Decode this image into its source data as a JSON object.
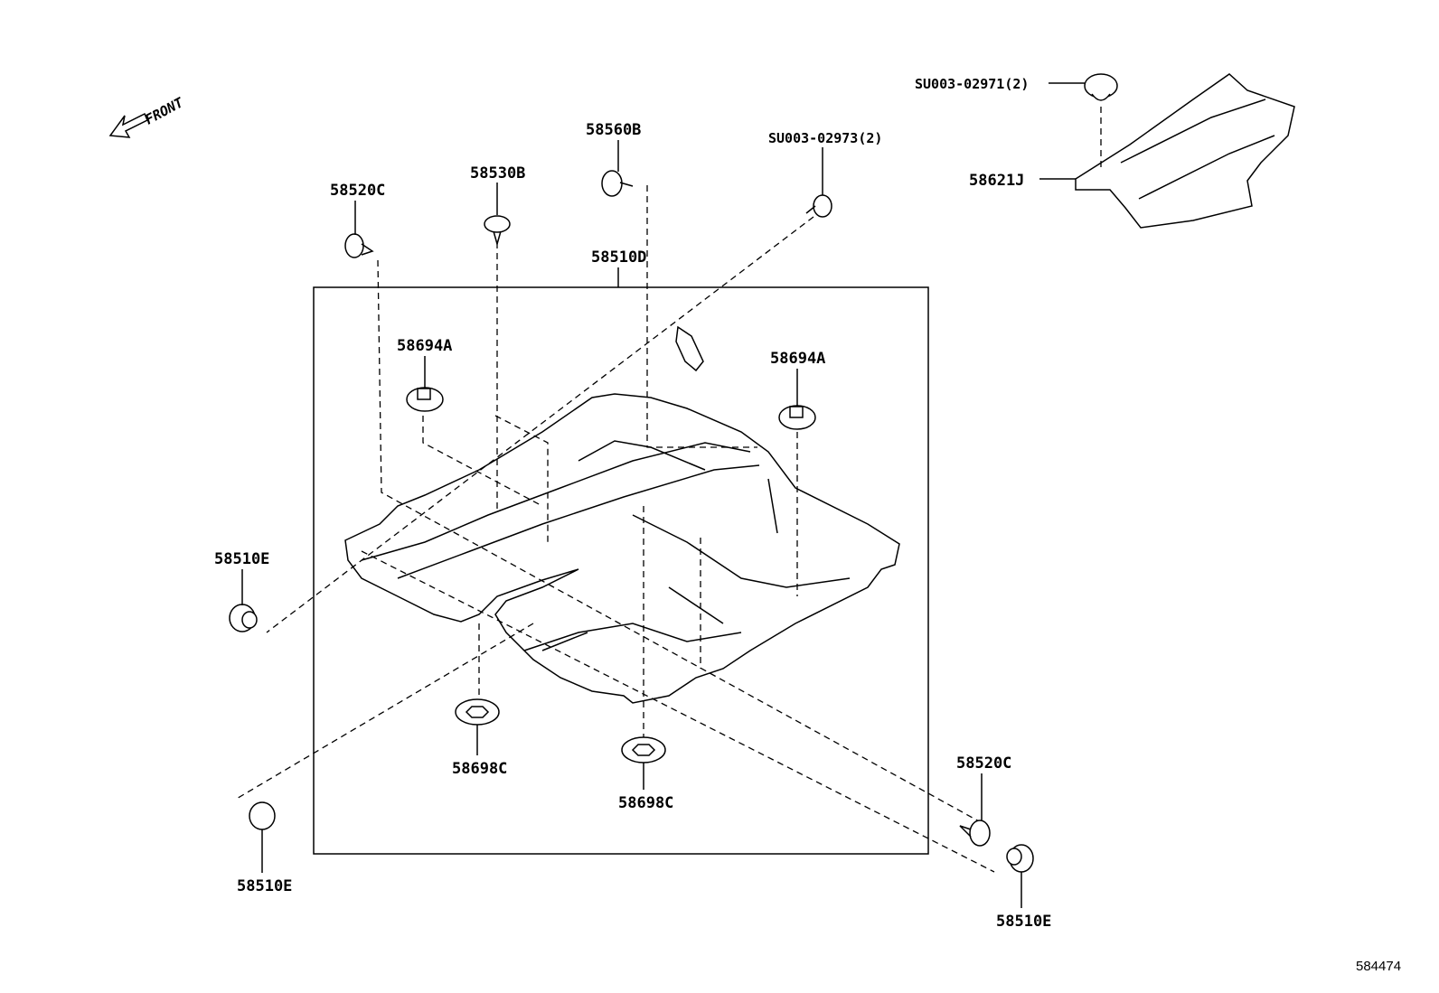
{
  "diagram": {
    "front_label": "FRONT",
    "diagram_id": "584474",
    "parts": {
      "su003_02971": "SU003-02971(2)",
      "p58621j": "58621J",
      "p58560b": "58560B",
      "su003_02973": "SU003-02973(2)",
      "p58520c_top": "58520C",
      "p58530b": "58530B",
      "p58510d": "58510D",
      "p58694a_left": "58694A",
      "p58694a_right": "58694A",
      "p58510e_left": "58510E",
      "p58698c_left": "58698C",
      "p58698c_right": "58698C",
      "p58520c_bottom": "58520C",
      "p58510e_bottom_left": "58510E",
      "p58510e_bottom_right": "58510E"
    }
  }
}
